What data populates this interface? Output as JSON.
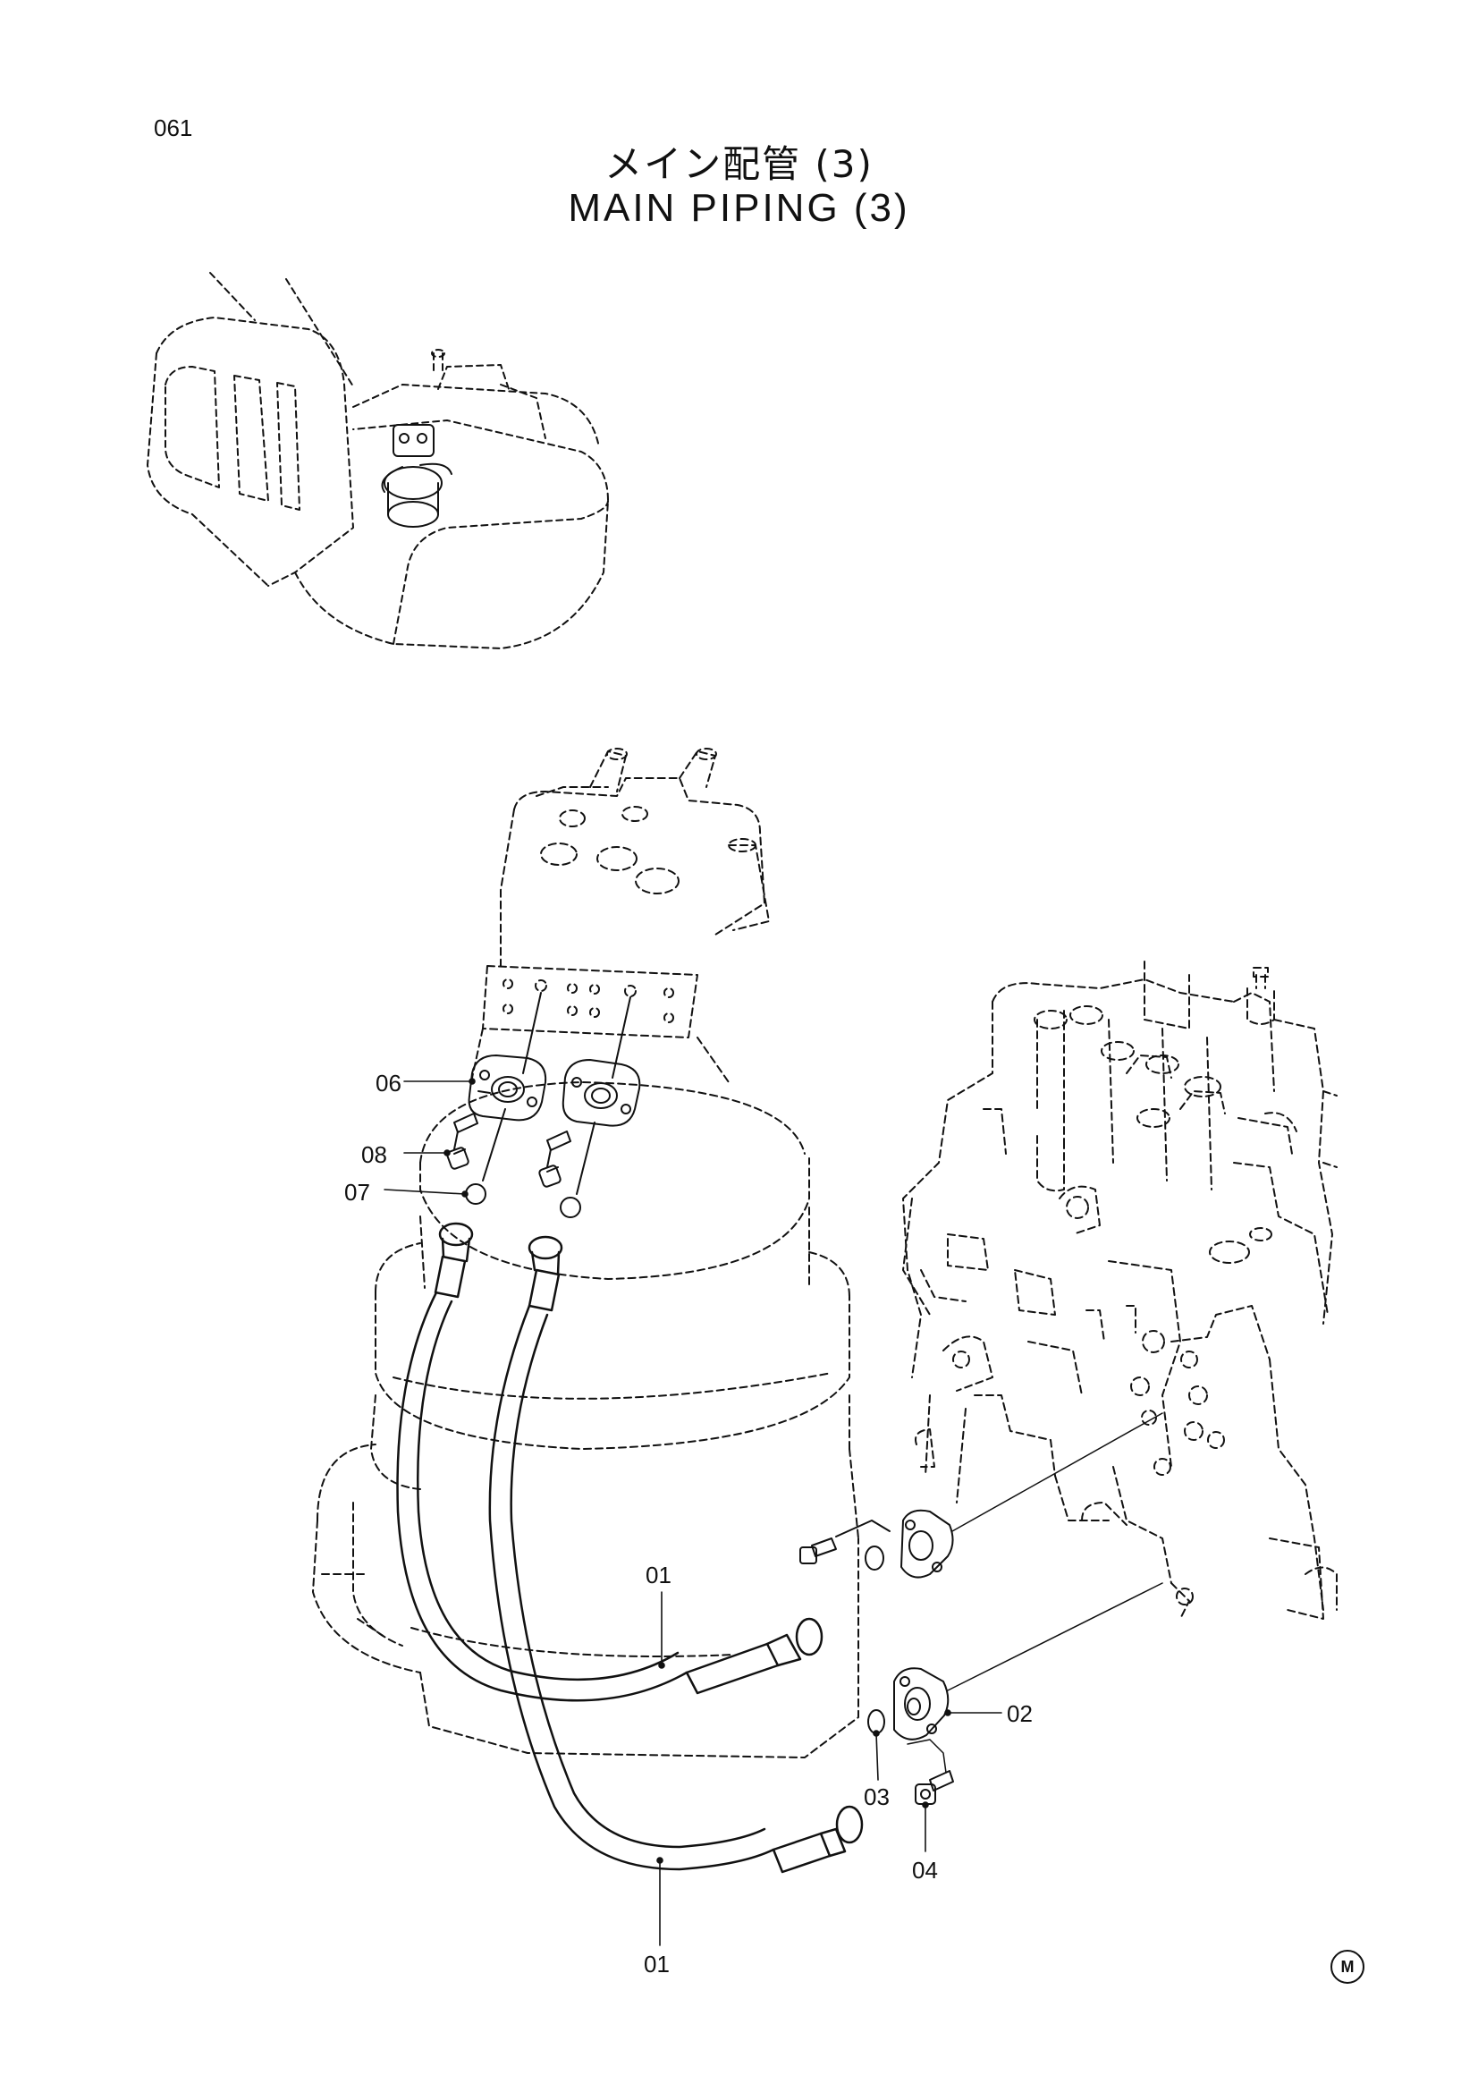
{
  "page": {
    "number": "061"
  },
  "title": {
    "japanese": "メイン配管 (3)",
    "english": "MAIN PIPING (3)"
  },
  "callouts": [
    {
      "id": "c06",
      "label": "06"
    },
    {
      "id": "c08",
      "label": "08"
    },
    {
      "id": "c07",
      "label": "07"
    },
    {
      "id": "c01a",
      "label": "01"
    },
    {
      "id": "c02",
      "label": "02"
    },
    {
      "id": "c03",
      "label": "03"
    },
    {
      "id": "c04",
      "label": "04"
    },
    {
      "id": "c01b",
      "label": "01"
    }
  ],
  "corner_mark": "M"
}
